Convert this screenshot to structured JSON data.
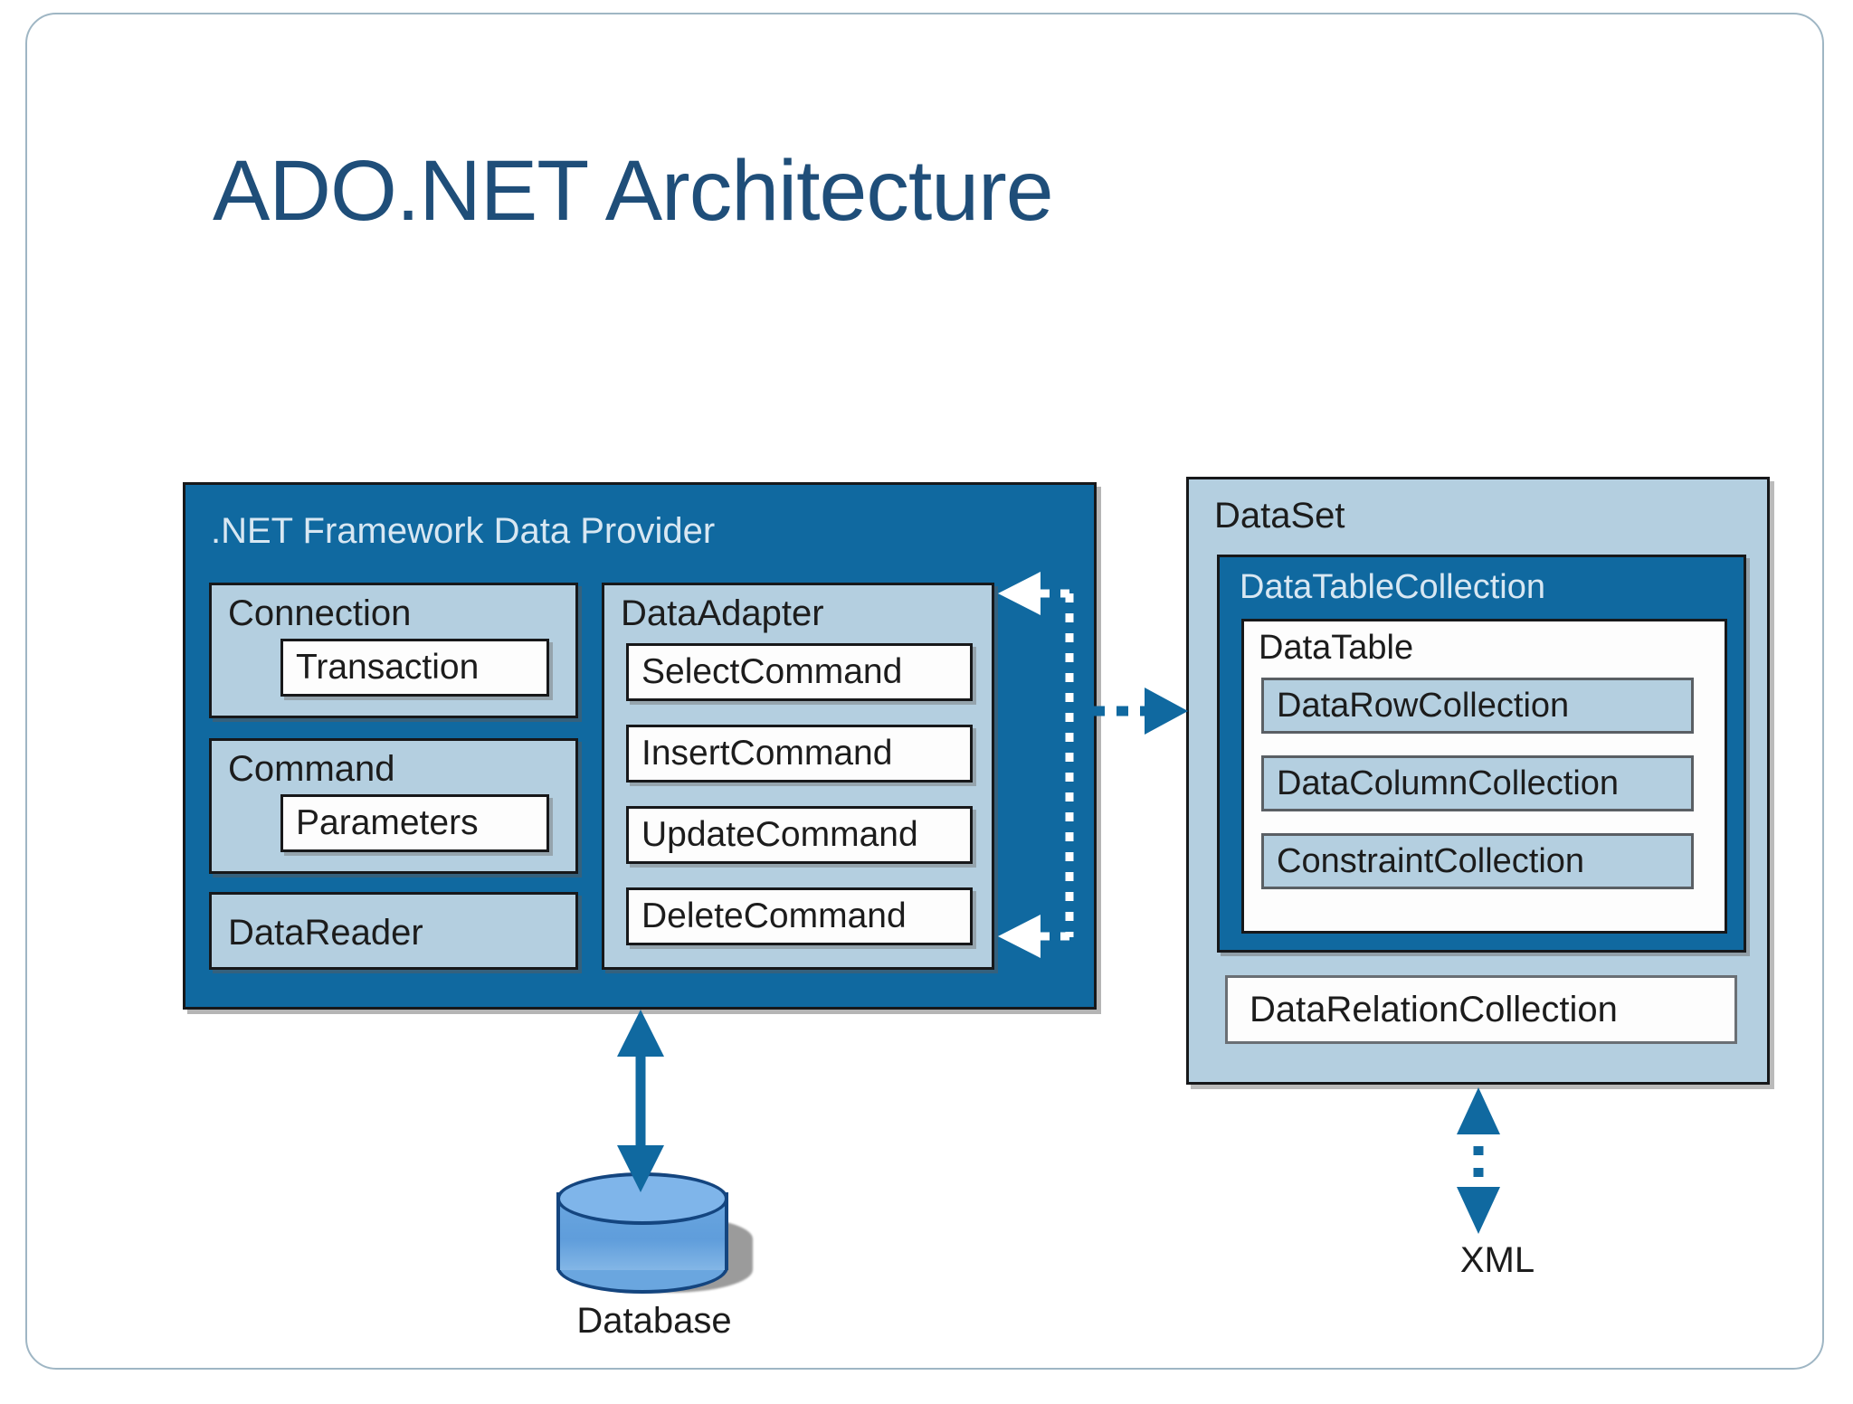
{
  "slide": {
    "title": "ADO.NET Architecture",
    "title_color": "#1F4E79"
  },
  "colors": {
    "dark_blue": "#1069A0",
    "light_blue": "#b4cfe0",
    "white_box": "#fdfdfd",
    "outline": "#17181a",
    "cylinder_top": "#7fb5ea",
    "cylinder_body": "#6aa6df",
    "cylinder_outline": "#14457f",
    "arrow_blue": "#1069A0"
  },
  "provider": {
    "title": ".NET Framework Data Provider",
    "connection": {
      "label": "Connection",
      "child": "Transaction"
    },
    "command": {
      "label": "Command",
      "child": "Parameters"
    },
    "datareader": {
      "label": "DataReader"
    },
    "dataadapter": {
      "label": "DataAdapter",
      "commands": [
        "SelectCommand",
        "InsertCommand",
        "UpdateCommand",
        "DeleteCommand"
      ]
    }
  },
  "dataset": {
    "title": "DataSet",
    "datatablecollection": {
      "title": "DataTableCollection",
      "datatable": {
        "title": "DataTable",
        "items": [
          "DataRowCollection",
          "DataColumnCollection",
          "ConstraintCollection"
        ]
      }
    },
    "datarelationcollection": "DataRelationCollection"
  },
  "database": {
    "label": "Database",
    "icon": "database-cylinder-icon"
  },
  "xml": {
    "label": "XML"
  },
  "arrows": {
    "db_arrow": "double-headed-solid-vertical-arrow",
    "xml_arrow": "double-headed-dotted-vertical-arrow",
    "adapter_to_dataset": "dotted-horizontal-arrow-right",
    "dataset_to_adapter_top": "dotted-arrow-left-top",
    "dataset_to_adapter_bottom": "dotted-arrow-left-bottom"
  }
}
